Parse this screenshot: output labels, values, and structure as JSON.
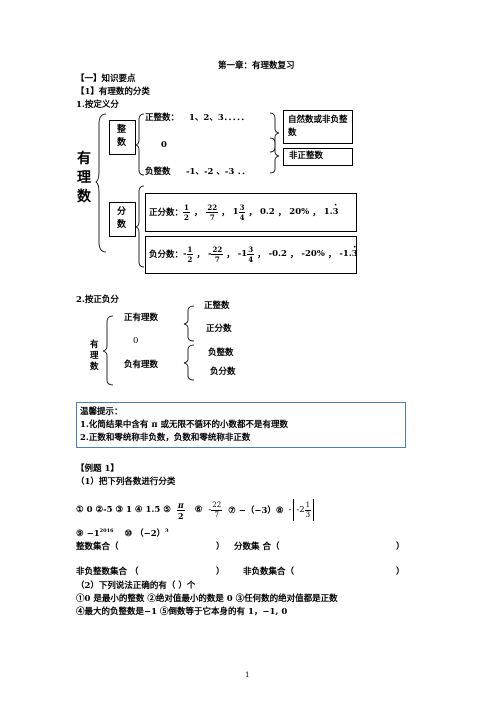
{
  "title": "第一章：有理数复习",
  "section1": "【一】知识要点",
  "sub1": "【1】有理数的分类",
  "sub1a": "1.按定义分",
  "tree1": {
    "root": "有理数",
    "integer": "整数",
    "pos_int_label": "正整数：",
    "pos_int_values": "1、2、3．．．．．",
    "zero": "0",
    "neg_int_label": "负整数",
    "neg_int_values": "-1、-2 、-3 ．．",
    "natural_box": "自然数或非负整数",
    "nonpos_box": "非正整数",
    "fraction": "分数",
    "pos_frac_label": "正分数：",
    "neg_frac_label": "负分数：",
    "pos_frac": {
      "f1_num": "1",
      "f1_den": "2",
      "f2_num": "22",
      "f2_den": "7",
      "f3_whole": "1",
      "f3_num": "3",
      "f3_den": "4",
      "rest1": "0.2",
      "rest2": "20%",
      "rest3_int": "1.",
      "rest3_dot": "3"
    },
    "neg_frac": {
      "f1_sign": "-",
      "f1_num": "1",
      "f1_den": "2",
      "f2_sign": "-",
      "f2_num": "22",
      "f2_den": "7",
      "f3_whole": "-1",
      "f3_num": "3",
      "f3_den": "4",
      "rest1": "-0.2",
      "rest2": "-20%",
      "rest3_int": "-1.",
      "rest3_dot": "3"
    },
    "sep": "，"
  },
  "sub1b": "2.按正负分",
  "tree2": {
    "root": "有理数",
    "pos_rational": "正有理数",
    "zero": "0",
    "neg_rational": "负有理数",
    "pos_int": "正整数",
    "pos_frac": "正分数",
    "neg_int": "负整数",
    "neg_frac": "负分数"
  },
  "tip": {
    "title": "温馨提示：",
    "line1": "1.化简结果中含有 π 或无限不循环的小数都不是有理数",
    "line2": "2.正数和零统称非负数，负数和零统称非正数"
  },
  "example": {
    "title": "【例题 1】",
    "q1": "（1）把下列各数进行分类",
    "items_part1": "①  0  ②-5  ③  1  ④  1.5  ⑤",
    "pi": "π",
    "pi_den": "2",
    "item6": "⑥",
    "item6_sign": "-",
    "item6_num": "22",
    "item6_den": "7",
    "item7": "⑦  −（−3）⑧",
    "item8_sign": "-",
    "item8_inner": "-2",
    "item8_num": "1",
    "item8_den": "3",
    "item9": "⑨  −1",
    "item9_exp": "2016",
    "item10": "⑩  （−2）",
    "item10_exp": "3",
    "set_integer": "整数集合（",
    "set_fraction": "分数集 合（",
    "set_close": "）",
    "set_nonpos_int": "非负整数集合 （",
    "set_nonneg": "非负数集合（",
    "q2": "（2）下列说法正确的有（      ）个",
    "q2_line1": "①0 是最小的整数 ②绝对值最小的数是 0  ③任何数的绝对值都是正数",
    "q2_line2": "④最大的负整数是−1   ⑤倒数等于它本身的有 1，−1, 0"
  },
  "page_number": "1"
}
